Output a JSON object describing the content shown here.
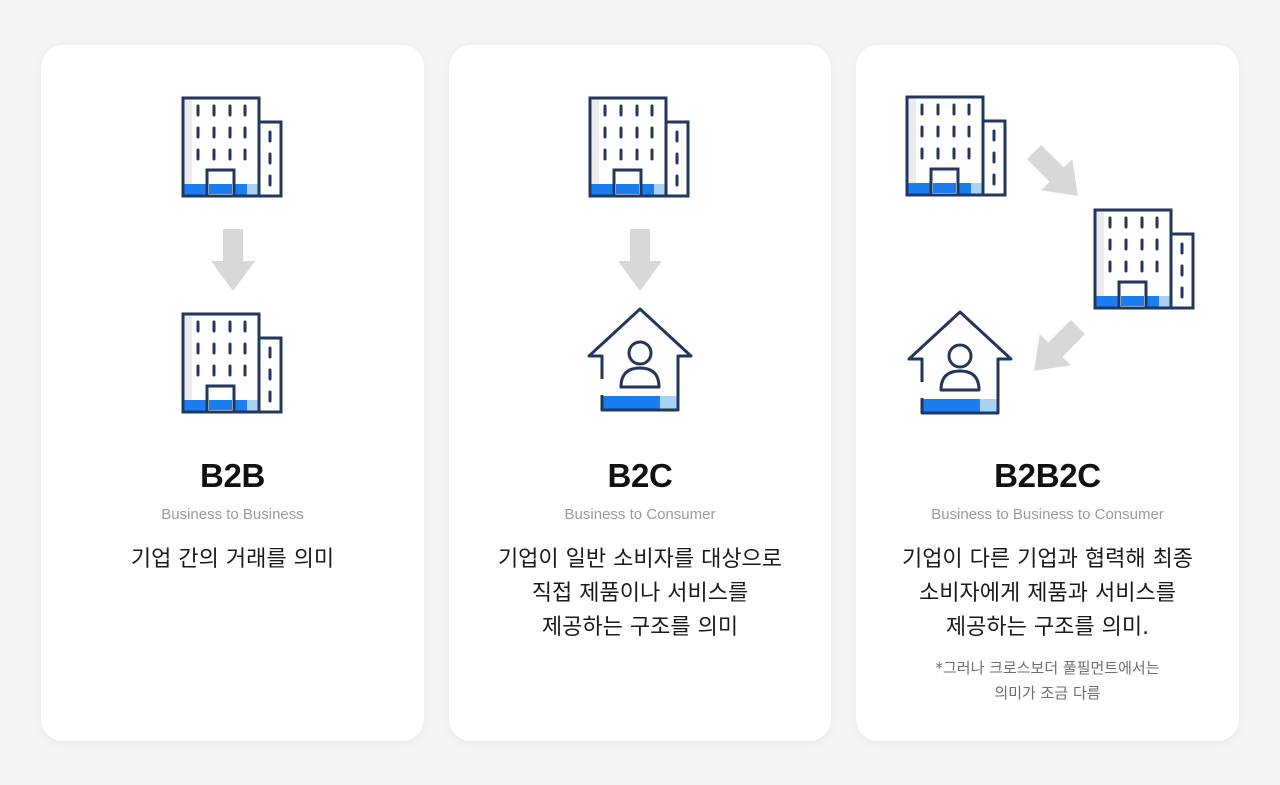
{
  "cards": [
    {
      "title": "B2B",
      "subtitle": "Business to Business",
      "description": [
        "기업 간의 거래를 의미"
      ]
    },
    {
      "title": "B2C",
      "subtitle": "Business to Consumer",
      "description": [
        "기업이 일반 소비자를 대상으로",
        "직접 제품이나 서비스를",
        "제공하는 구조를 의미"
      ]
    },
    {
      "title": "B2B2C",
      "subtitle": "Business to Business to Consumer",
      "description": [
        "기업이 다른 기업과 협력해 최종",
        "소비자에게 제품과 서비스를",
        "제공하는 구조를 의미."
      ],
      "note": [
        "*그러나 크로스보더 풀필먼트에서는",
        "의미가 조금 다름"
      ]
    }
  ],
  "icons": {
    "building": "building-icon",
    "arrow": "arrow-icon",
    "house": "house-person-icon"
  },
  "colors": {
    "background": "#f4f4f5",
    "card": "#ffffff",
    "outline": "#23375e",
    "accent_blue": "#1a7ef0",
    "light_blue": "#a9d2f5",
    "arrow_gray": "#d8d8d8",
    "title": "#111111",
    "subtitle": "#9a9a9a"
  }
}
